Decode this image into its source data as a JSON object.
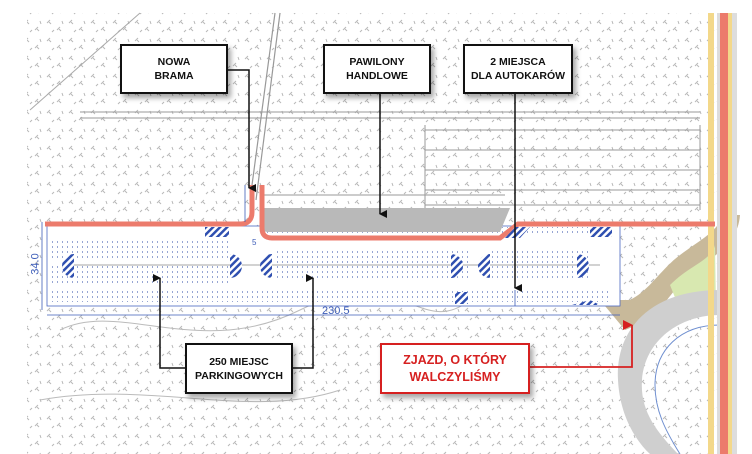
{
  "labels": {
    "gate": {
      "line1": "NOWA",
      "line2": "BRAMA"
    },
    "pavilions": {
      "line1": "PAWILONY",
      "line2": "HANDLOWE"
    },
    "buses": {
      "line1": "2 MIEJSCA",
      "line2": "DLA AUTOKARÓW"
    },
    "parking": {
      "line1": "250 MIEJSC",
      "line2": "PARKINGOWYCH"
    },
    "exit": {
      "line1": "ZJAZD, O KTÓRY",
      "line2": "WALCZYLIŚMY"
    }
  },
  "dimensions": {
    "height": "34.0",
    "length": "230.5",
    "gate_width": "5"
  },
  "colors": {
    "road": "#ec7b6c",
    "marking": "#2f4fb0",
    "callout_red": "#d62020",
    "pavilion": "#b9b9b9",
    "dirt_road": "#c8b99a",
    "grass": "#d8e8b0"
  }
}
